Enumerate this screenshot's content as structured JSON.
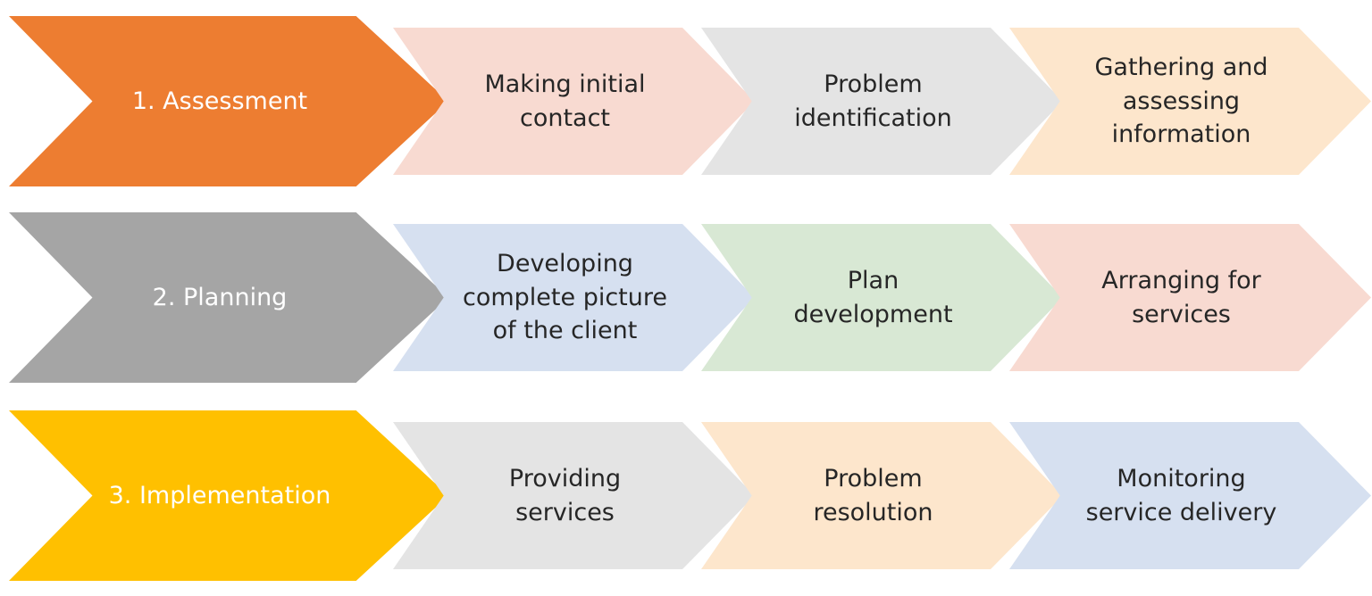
{
  "diagram": {
    "rows": [
      {
        "phase": {
          "label": "1. Assessment",
          "color": "#ED7D31"
        },
        "steps": [
          {
            "label": "Making initial\ncontact",
            "color": "#F8DAD1"
          },
          {
            "label": "Problem\nidentification",
            "color": "#E4E4E4"
          },
          {
            "label": "Gathering and\nassessing\ninformation",
            "color": "#FDE6CC"
          }
        ]
      },
      {
        "phase": {
          "label": "2. Planning",
          "color": "#A5A5A5"
        },
        "steps": [
          {
            "label": "Developing\ncomplete picture\nof the client",
            "color": "#D6E0F0"
          },
          {
            "label": "Plan\ndevelopment",
            "color": "#D8E8D4"
          },
          {
            "label": "Arranging for\nservices",
            "color": "#F8DAD1"
          }
        ]
      },
      {
        "phase": {
          "label": "3. Implementation",
          "color": "#FFC000"
        },
        "steps": [
          {
            "label": "Providing\nservices",
            "color": "#E4E4E4"
          },
          {
            "label": "Problem\nresolution",
            "color": "#FDE6CC"
          },
          {
            "label": "Monitoring\nservice delivery",
            "color": "#D6E0F0"
          }
        ]
      }
    ]
  }
}
